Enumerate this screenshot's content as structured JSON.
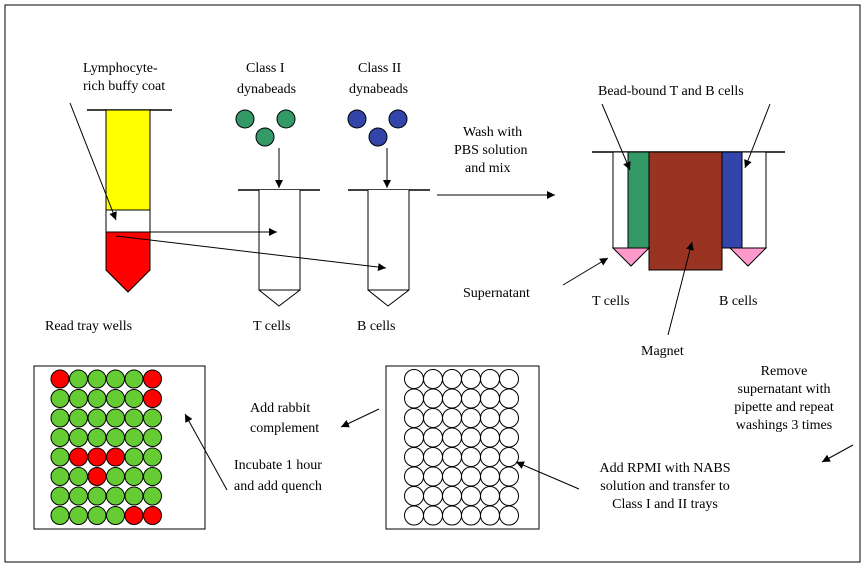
{
  "labels": {
    "buffy_coat_1": "Lymphocyte-",
    "buffy_coat_2": "rich buffy coat",
    "class1_1": "Class I",
    "class1_2": "dynabeads",
    "class2_1": "Class II",
    "class2_2": "dynabeads",
    "wash_1": "Wash with",
    "wash_2": "PBS solution",
    "wash_3": "and mix",
    "bead_bound": "Bead-bound T and B cells",
    "supernatant": "Supernatant",
    "t_cells_tube": "T cells",
    "b_cells_tube": "B cells",
    "t_cells_magnet": "T cells",
    "b_cells_magnet": "B cells",
    "magnet": "Magnet",
    "read_tray": "Read tray wells",
    "add_rabbit_1": "Add rabbit",
    "add_rabbit_2": "complement",
    "incubate_1": "Incubate 1 hour",
    "incubate_2": "and add quench",
    "remove_1": "Remove",
    "remove_2": "supernatant with",
    "remove_3": "pipette and repeat",
    "remove_4": "washings 3 times",
    "rpmi_1": "Add RPMI with NABS",
    "rpmi_2": "solution and transfer to",
    "rpmi_3": "Class I and II trays"
  },
  "colors": {
    "buffy_yellow": "#ffff00",
    "blood_red": "#ff0000",
    "class1_bead": "#339966",
    "class2_bead": "#3344aa",
    "magnet": "#993322",
    "pink_tip": "#ff99cc",
    "well_green": "#66cc33",
    "well_red": "#ff0000"
  },
  "tray_wells": [
    [
      "red",
      "green",
      "green",
      "green",
      "green",
      "red"
    ],
    [
      "green",
      "green",
      "green",
      "green",
      "green",
      "red"
    ],
    [
      "green",
      "green",
      "green",
      "green",
      "green",
      "green"
    ],
    [
      "green",
      "green",
      "green",
      "green",
      "green",
      "green"
    ],
    [
      "green",
      "red",
      "red",
      "red",
      "green",
      "green"
    ],
    [
      "green",
      "green",
      "red",
      "green",
      "green",
      "green"
    ],
    [
      "green",
      "green",
      "green",
      "green",
      "green",
      "green"
    ],
    [
      "green",
      "green",
      "green",
      "green",
      "red",
      "red"
    ]
  ]
}
